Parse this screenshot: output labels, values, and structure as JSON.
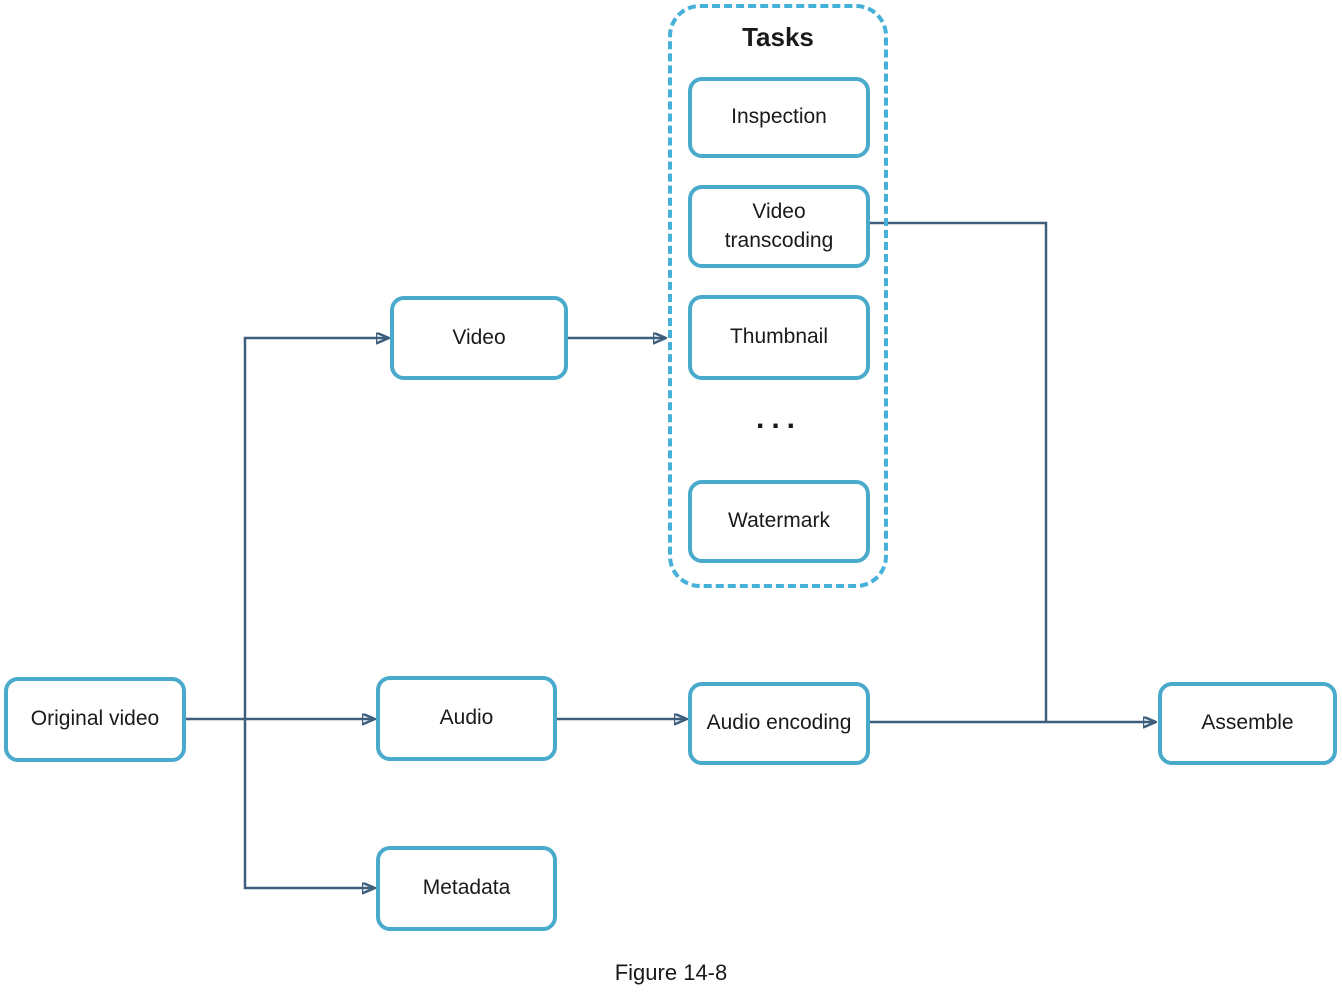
{
  "figure": {
    "caption": "Figure 14-8"
  },
  "tasks_group": {
    "title": "Tasks",
    "items": [
      "Inspection",
      "Video transcoding",
      "Thumbnail",
      "...",
      "Watermark"
    ]
  },
  "nodes": {
    "original_video": {
      "label": "Original video"
    },
    "video": {
      "label": "Video"
    },
    "audio": {
      "label": "Audio"
    },
    "metadata": {
      "label": "Metadata"
    },
    "inspection": {
      "label": "Inspection"
    },
    "video_transcoding": {
      "label": "Video transcoding"
    },
    "thumbnail": {
      "label": "Thumbnail"
    },
    "ellipsis": {
      "label": "..."
    },
    "watermark": {
      "label": "Watermark"
    },
    "audio_encoding": {
      "label": "Audio encoding"
    },
    "assemble": {
      "label": "Assemble"
    }
  },
  "edges": [
    {
      "from": "original_video",
      "to": "video"
    },
    {
      "from": "original_video",
      "to": "audio"
    },
    {
      "from": "original_video",
      "to": "metadata"
    },
    {
      "from": "video",
      "to": "tasks_group"
    },
    {
      "from": "video_transcoding",
      "to": "assemble"
    },
    {
      "from": "audio",
      "to": "audio_encoding"
    },
    {
      "from": "audio_encoding",
      "to": "assemble"
    }
  ],
  "colors": {
    "node_border": "#49aacb",
    "group_border": "#45b1d8",
    "connector": "#3d5e7d",
    "text": "#1a1a1a",
    "background": "#ffffff"
  }
}
